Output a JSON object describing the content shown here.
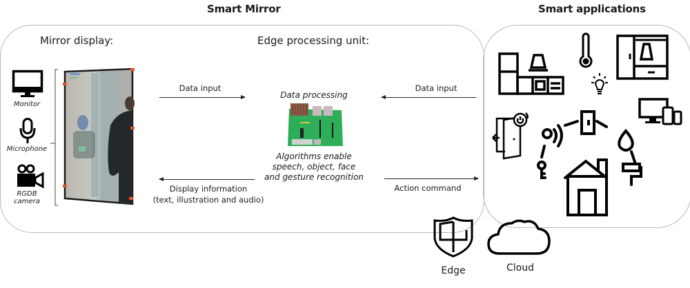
{
  "headings": {
    "smart_mirror": "Smart Mirror",
    "smart_applications": "Smart applications"
  },
  "sections": {
    "mirror_display": "Mirror display:",
    "edge_processing_unit": "Edge processing unit:"
  },
  "devices": [
    {
      "icon": "monitor-icon",
      "label": "Monitor"
    },
    {
      "icon": "microphone-icon",
      "label": "Microphone"
    },
    {
      "icon": "video-camera-icon",
      "label": "RGDB camera"
    }
  ],
  "flows": {
    "data_input_left": "Data input",
    "data_input_right": "Data input",
    "display_information_line1": "Display information",
    "display_information_line2": "(text, illustration and audio)",
    "action_command": "Action command"
  },
  "processing": {
    "title": "Data processing",
    "desc_line1": "Algorithms enable",
    "desc_line2": "speech, object, face",
    "desc_line3": "and gesture recognition"
  },
  "deployment": {
    "edge": "Edge",
    "cloud": "Cloud"
  },
  "smart_app_icons": [
    "kitchen-icon",
    "thermometer-icon",
    "wardrobe-icon",
    "light-bulb-icon",
    "devices-icon",
    "smart-door-icon",
    "key-icon",
    "wireless-signal-icon",
    "switch-icon",
    "water-drop-icon",
    "house-icon",
    "paint-roller-icon"
  ],
  "colors": {
    "accent_marker": "#e8552b",
    "pcb_green": "#2fae5a",
    "border": "#b8b8b8"
  }
}
